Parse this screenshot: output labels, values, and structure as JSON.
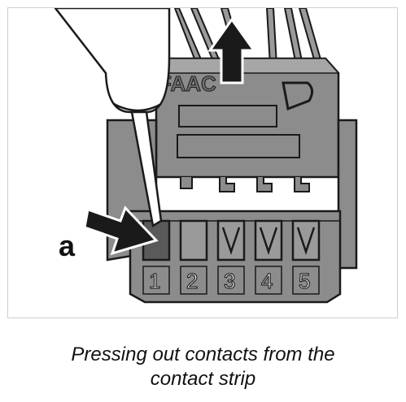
{
  "figure": {
    "callout_label": "a",
    "pin_numbers": [
      "1",
      "2",
      "3",
      "4",
      "5"
    ],
    "manufacturer_mark": "FAAC"
  },
  "caption": {
    "line1": "Pressing out contacts from the",
    "line2": "contact strip"
  },
  "colors": {
    "housing": "#8c8c8c",
    "housing_dark": "#6e6e6e",
    "housing_light": "#a6a6a6",
    "outline": "#1a1a1a",
    "screwdriver": "#ffffff"
  },
  "icons": [
    "arrow-up-icon",
    "arrow-right-icon",
    "screwdriver-icon"
  ]
}
